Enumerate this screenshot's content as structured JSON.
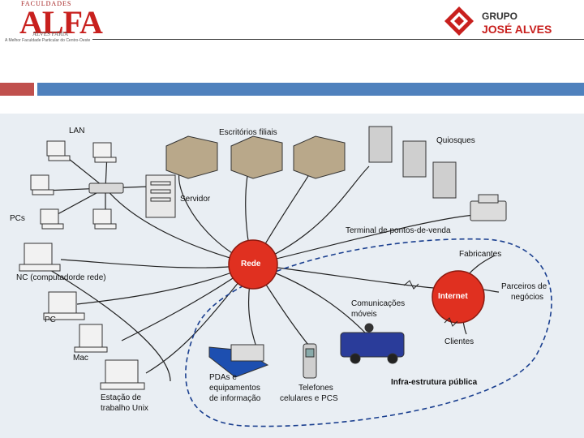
{
  "header": {
    "alfa_small": "FACULDADES",
    "alfa_big": "ALFA",
    "alfa_sub": "ALVES FARIA",
    "alfa_tag": "A Melhor Faculdade Particular do Centro-Oeste",
    "gja_line1": "GRUPO",
    "gja_line2": "JOSÉ ALVES"
  },
  "colors": {
    "accent_red": "#c0504d",
    "accent_blue": "#4f81bd",
    "logo_red": "#c8201e"
  },
  "diagram": {
    "labels": {
      "lan": "LAN",
      "filiais": "Escritórios filiais",
      "quiosques": "Quiosques",
      "servidor": "Servidor",
      "pcs": "PCs",
      "terminal": "Terminal de pontos-de-venda",
      "fabricantes": "Fabricantes",
      "rede": "Rede",
      "nc": "NC (computadorde rede)",
      "internet": "Internet",
      "parceiros_1": "Parceiros de",
      "parceiros_2": "negócios",
      "comunicacoes_1": "Comunicações",
      "comunicacoes_2": "móveis",
      "pc": "PC",
      "clientes": "Clientes",
      "mac": "Mac",
      "pdas_1": "PDAs e",
      "pdas_2": "equipamentos",
      "pdas_3": "de informação",
      "telefones_1": "Telefones",
      "telefones_2": "celulares e PCS",
      "infra": "Infra-estrutura pública",
      "unix_1": "Estação de",
      "unix_2": "trabalho Unix"
    }
  }
}
